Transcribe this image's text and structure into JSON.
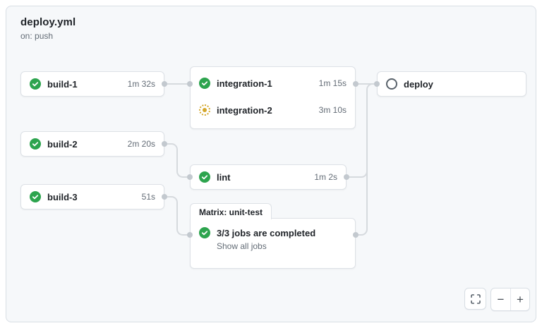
{
  "header": {
    "title": "deploy.yml",
    "trigger": "on: push"
  },
  "jobs": [
    {
      "label": "build-1",
      "duration": "1m 32s",
      "status": "success"
    },
    {
      "label": "build-2",
      "duration": "2m 20s",
      "status": "success"
    },
    {
      "label": "build-3",
      "duration": "51s",
      "status": "success"
    },
    {
      "label": "integration-1",
      "duration": "1m 15s",
      "status": "success"
    },
    {
      "label": "integration-2",
      "duration": "3m 10s",
      "status": "in_progress"
    },
    {
      "label": "lint",
      "duration": "1m 2s",
      "status": "success"
    },
    {
      "label": "deploy",
      "duration": "",
      "status": "pending"
    }
  ],
  "matrix": {
    "tab_label": "Matrix: unit-test",
    "summary": "3/3 jobs are completed",
    "show_all_label": "Show all jobs",
    "status": "success"
  },
  "controls": {
    "fullscreen_icon": "fullscreen-icon",
    "zoom_out_label": "−",
    "zoom_in_label": "+"
  },
  "icons": {
    "success": "check-circle-icon",
    "in_progress": "dotted-circle-icon",
    "pending": "empty-circle-icon"
  },
  "colors": {
    "success_green": "#2da44e",
    "in_progress_yellow": "#d4a72c",
    "pending_gray": "#59626b",
    "panel_bg": "#f6f8fa",
    "connector_line": "#d6dade",
    "connector_dot": "#c3c9cf",
    "text_primary": "#1f2328",
    "text_secondary": "#636c76"
  }
}
